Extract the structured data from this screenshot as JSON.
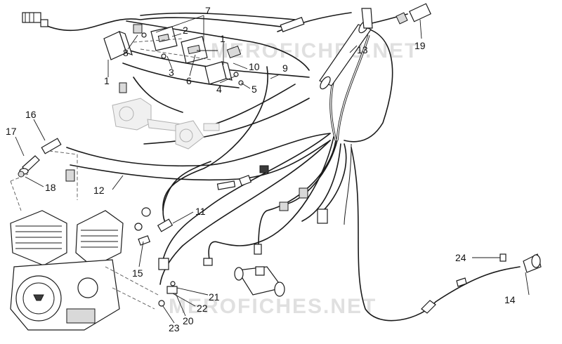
{
  "watermarks": [
    "MEROFICHES.NET",
    "MEROFICHES.NET"
  ],
  "callouts": [
    "1",
    "1",
    "2",
    "3",
    "4",
    "5",
    "6",
    "7",
    "8",
    "9",
    "10",
    "11",
    "12",
    "13",
    "14",
    "15",
    "16",
    "17",
    "18",
    "19",
    "20",
    "21",
    "22",
    "23",
    "24"
  ],
  "colors": {
    "line": "#1a1a1a",
    "background": "#ffffff",
    "watermark": "#c8c8c8"
  }
}
